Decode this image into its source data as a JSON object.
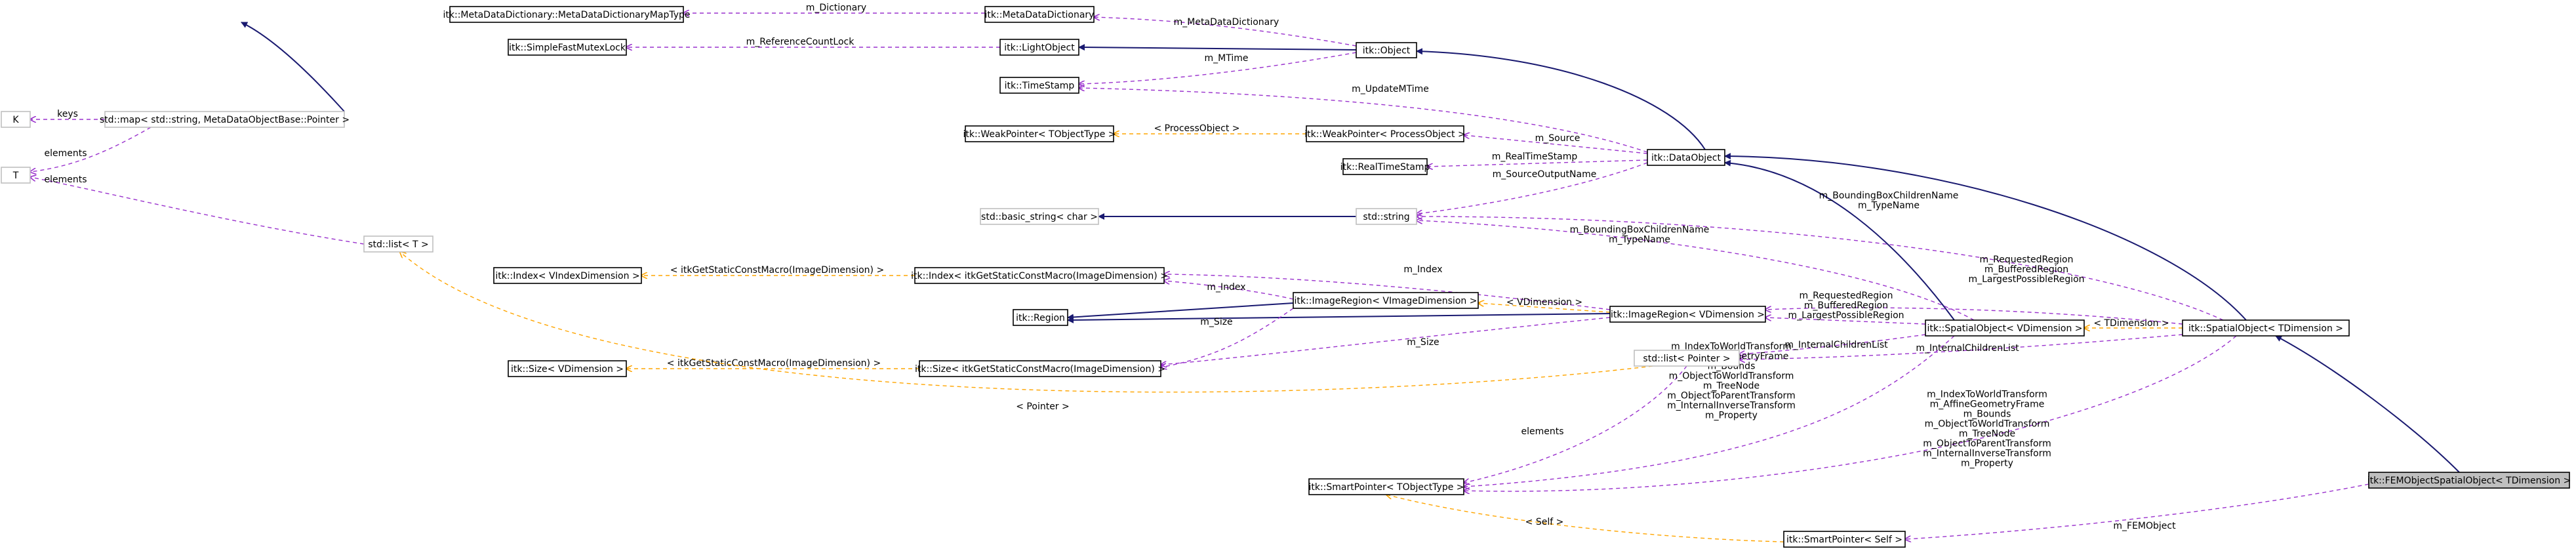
{
  "colors": {
    "inherit": "#191970",
    "member": "#9a32cd",
    "template": "#ffa500",
    "focus_fill": "#bfbfbf"
  },
  "nodes": [
    {
      "id": "mddmap",
      "label": "itk::MetaDataDictionary::MetaDataDictionaryMapType"
    },
    {
      "id": "mdd",
      "label": "itk::MetaDataDictionary"
    },
    {
      "id": "sfml",
      "label": "itk::SimpleFastMutexLock"
    },
    {
      "id": "lightobj",
      "label": "itk::LightObject"
    },
    {
      "id": "object",
      "label": "itk::Object"
    },
    {
      "id": "timestamp",
      "label": "itk::TimeStamp"
    },
    {
      "id": "K",
      "label": "K"
    },
    {
      "id": "stdmap",
      "label": "std::map< std::string, MetaDataObjectBase::Pointer >"
    },
    {
      "id": "T",
      "label": "T"
    },
    {
      "id": "wptempl",
      "label": "itk::WeakPointer< TObjectType >"
    },
    {
      "id": "wpproc",
      "label": "itk::WeakPointer< ProcessObject >"
    },
    {
      "id": "realts",
      "label": "itk::RealTimeStamp"
    },
    {
      "id": "dataobj",
      "label": "itk::DataObject"
    },
    {
      "id": "bstring",
      "label": "std::basic_string< char >"
    },
    {
      "id": "stdstring",
      "label": "std::string"
    },
    {
      "id": "stdlistT",
      "label": "std::list< T >"
    },
    {
      "id": "indexV",
      "label": "itk::Index< VIndexDimension >"
    },
    {
      "id": "indexI",
      "label": "itk::Index< itkGetStaticConstMacro(ImageDimension) >"
    },
    {
      "id": "region",
      "label": "itk::Region"
    },
    {
      "id": "imgregV",
      "label": "itk::ImageRegion< VImageDimension >"
    },
    {
      "id": "imgregVD",
      "label": "itk::ImageRegion< VDimension >"
    },
    {
      "id": "spatialV",
      "label": "itk::SpatialObject< VDimension >"
    },
    {
      "id": "spatialT",
      "label": "itk::SpatialObject< TDimension >"
    },
    {
      "id": "sizeV",
      "label": "itk::Size< VDimension >"
    },
    {
      "id": "sizeI",
      "label": "itk::Size< itkGetStaticConstMacro(ImageDimension) >"
    },
    {
      "id": "listptr",
      "label": "std::list< Pointer >"
    },
    {
      "id": "smartT",
      "label": "itk::SmartPointer< TObjectType >"
    },
    {
      "id": "smartSelf",
      "label": "itk::SmartPointer< Self >"
    },
    {
      "id": "femso",
      "label": "itk::FEMObjectSpatialObject< TDimension >"
    }
  ],
  "labels": {
    "m_dictionary": "m_Dictionary",
    "m_metadatadictionary": "m_MetaDataDictionary",
    "m_referencecountlock": "m_ReferenceCountLock",
    "m_mtime": "m_MTime",
    "m_updatemtime": "m_UpdateMTime",
    "keys": "keys",
    "elements_map": "elements",
    "elements_list": "elements",
    "processobject": "< ProcessObject >",
    "m_source": "m_Source",
    "m_realtimestamp": "m_RealTimeStamp",
    "m_sourceoutputname": "m_SourceOutputName",
    "bbcn_typename_t": "m_BoundingBoxChildrenName\nm_TypeName",
    "bbcn_typename_v": "m_BoundingBoxChildrenName\nm_TypeName",
    "static_index": "< itkGetStaticConstMacro(ImageDimension) >",
    "m_index_t": "m_Index",
    "m_index_v": "m_Index",
    "regions_t": "m_RequestedRegion\nm_BufferedRegion\nm_LargestPossibleRegion",
    "vdimension": "< VDimension >",
    "regions_v": "m_RequestedRegion\nm_BufferedRegion\nm_LargestPossibleRegion",
    "tdimension": "< TDimension >",
    "m_size_v": "m_Size",
    "m_size_t": "m_Size",
    "internal_v": "m_InternalChildrenList",
    "internal_t": "m_InternalChildrenList",
    "static_size": "< itkGetStaticConstMacro(ImageDimension) >",
    "pointer": "< Pointer >",
    "transforms_v": "m_IndexToWorldTransform\nm_AffineGeometryFrame\nm_Bounds\nm_ObjectToWorldTransform\nm_TreeNode\nm_ObjectToParentTransform\nm_InternalInverseTransform\nm_Property",
    "elements_ptr": "elements",
    "transforms_t": "m_IndexToWorldTransform\nm_AffineGeometryFrame\nm_Bounds\nm_ObjectToWorldTransform\nm_TreeNode\nm_ObjectToParentTransform\nm_InternalInverseTransform\nm_Property",
    "self": "< Self >",
    "m_femobject": "m_FEMObject"
  }
}
